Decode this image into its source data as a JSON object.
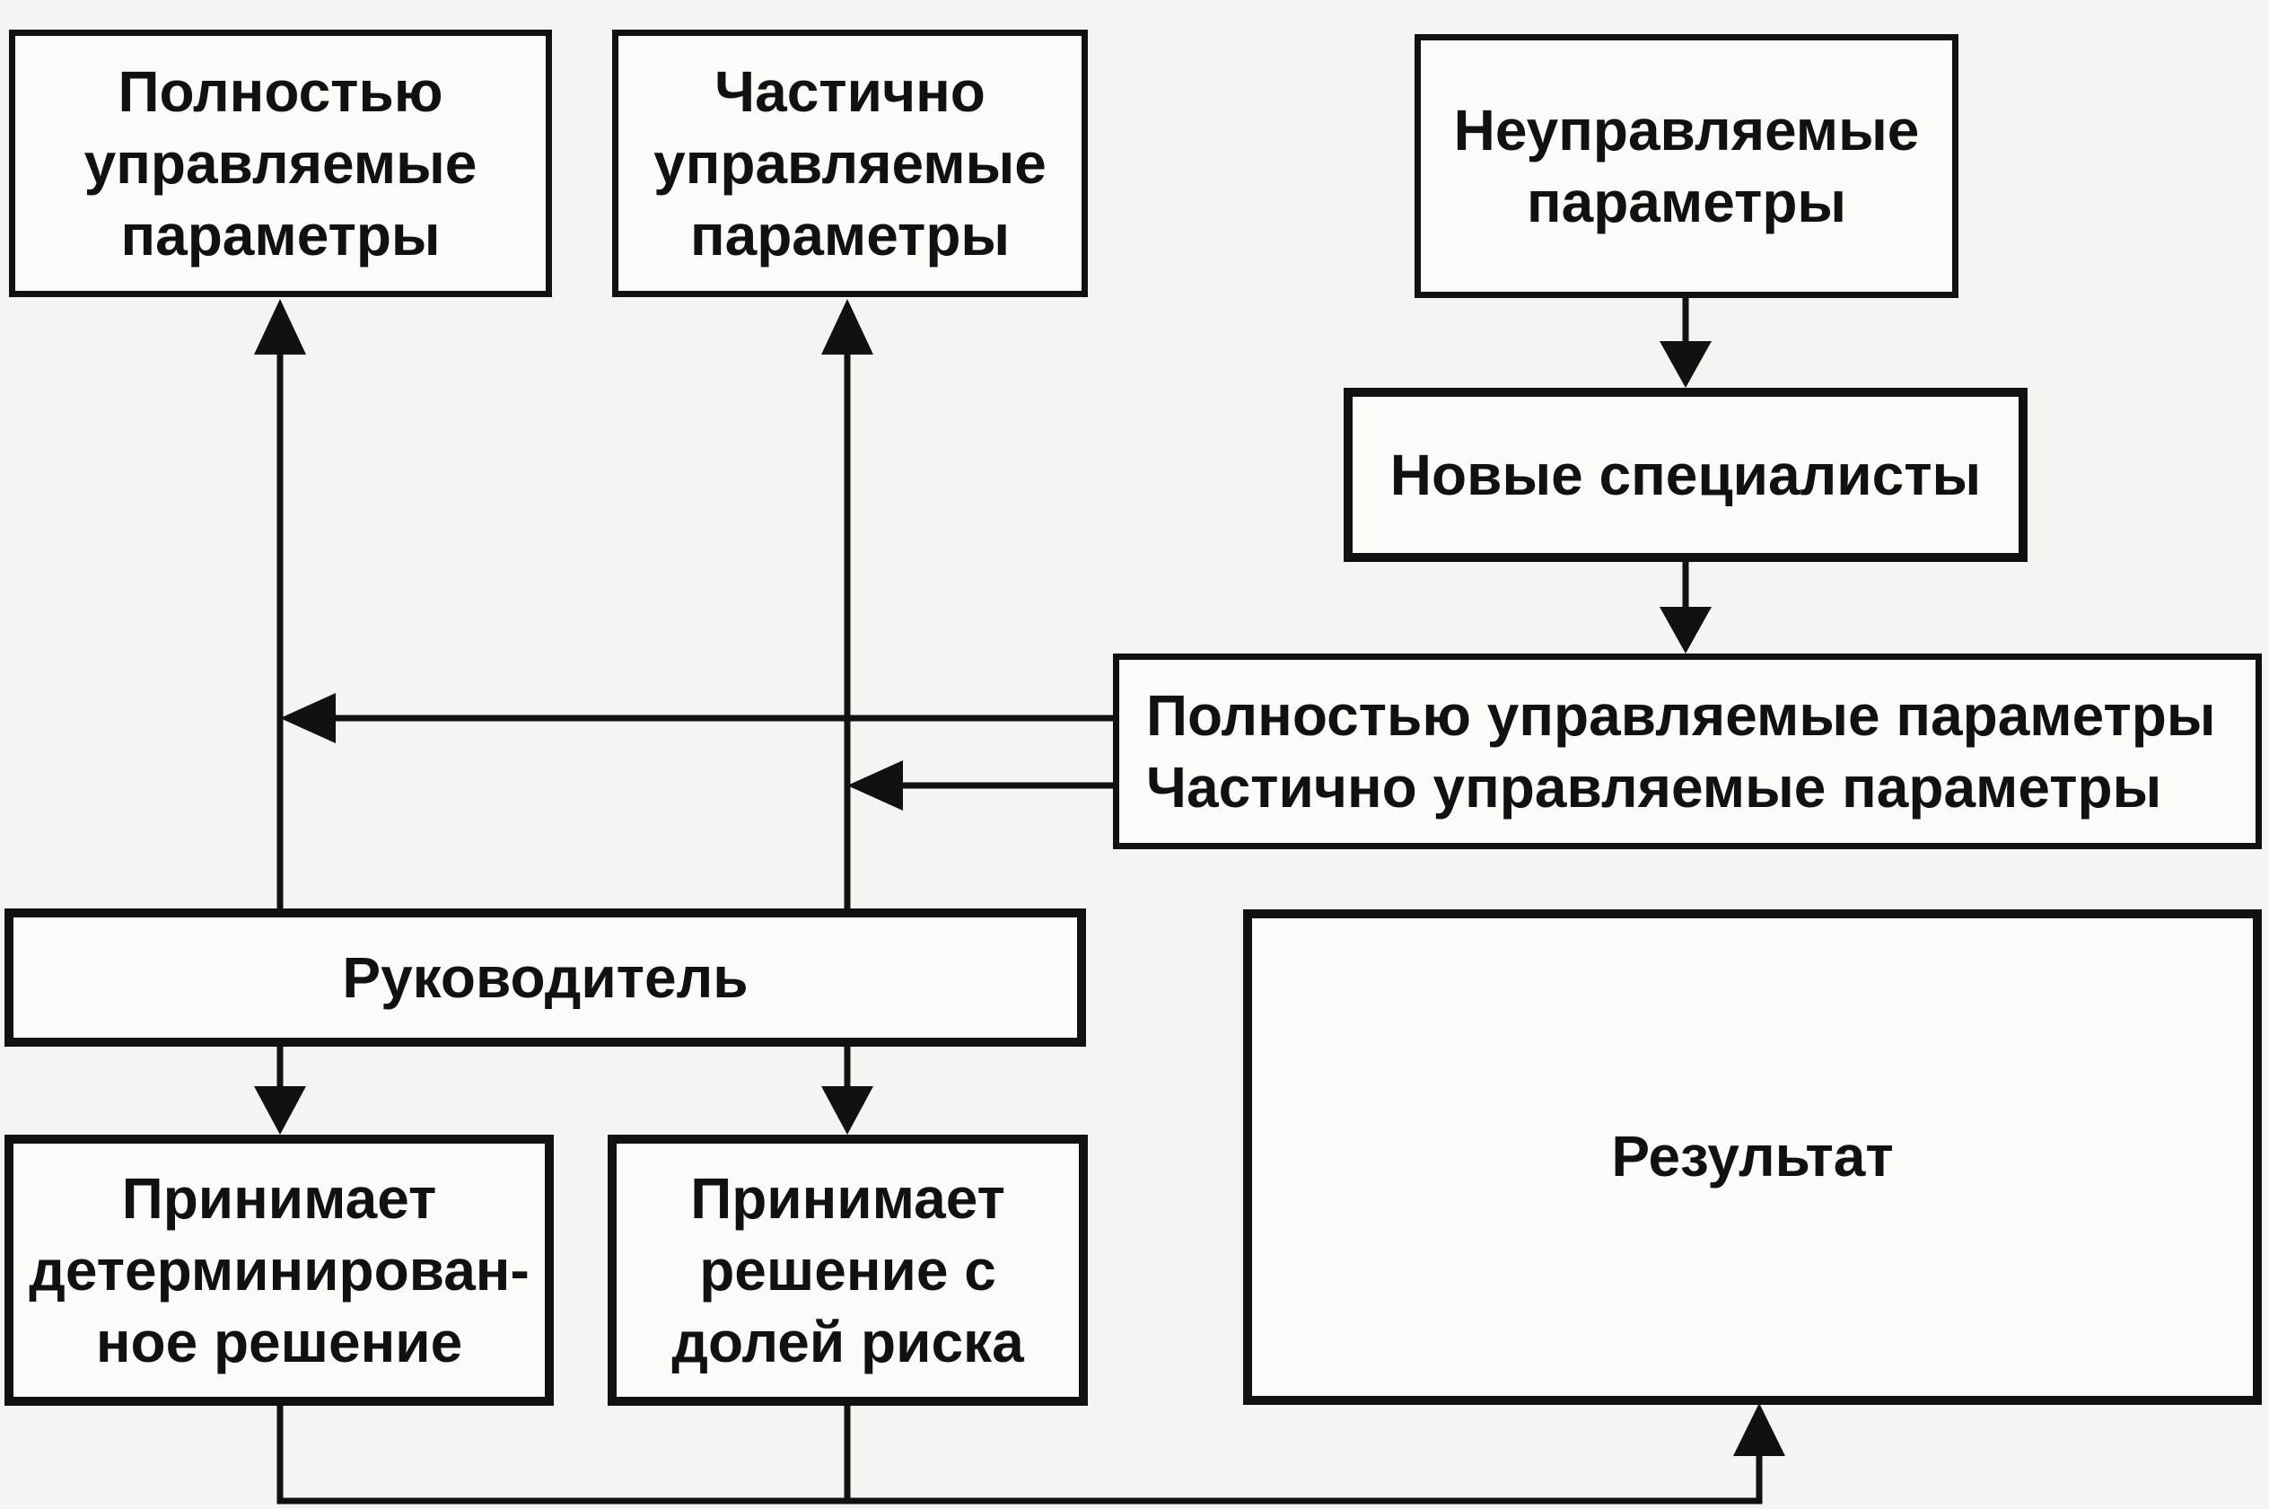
{
  "boxes": {
    "fully_controlled": [
      "Полностью",
      "управляемые",
      "параметры"
    ],
    "partially_controlled": [
      "Частично",
      "управляемые",
      "параметры"
    ],
    "uncontrolled": [
      "Неуправляемые",
      "параметры"
    ],
    "new_specialists": "Новые специалисты",
    "converted_params": [
      "Полностью управляемые параметры",
      "Частично управляемые параметры"
    ],
    "manager": "Руководитель",
    "deterministic_decision": [
      "Принимает",
      "детерминирован-",
      "ное решение"
    ],
    "risk_decision": [
      "Принимает",
      "решение с",
      "долей риска"
    ],
    "result": "Результат"
  }
}
